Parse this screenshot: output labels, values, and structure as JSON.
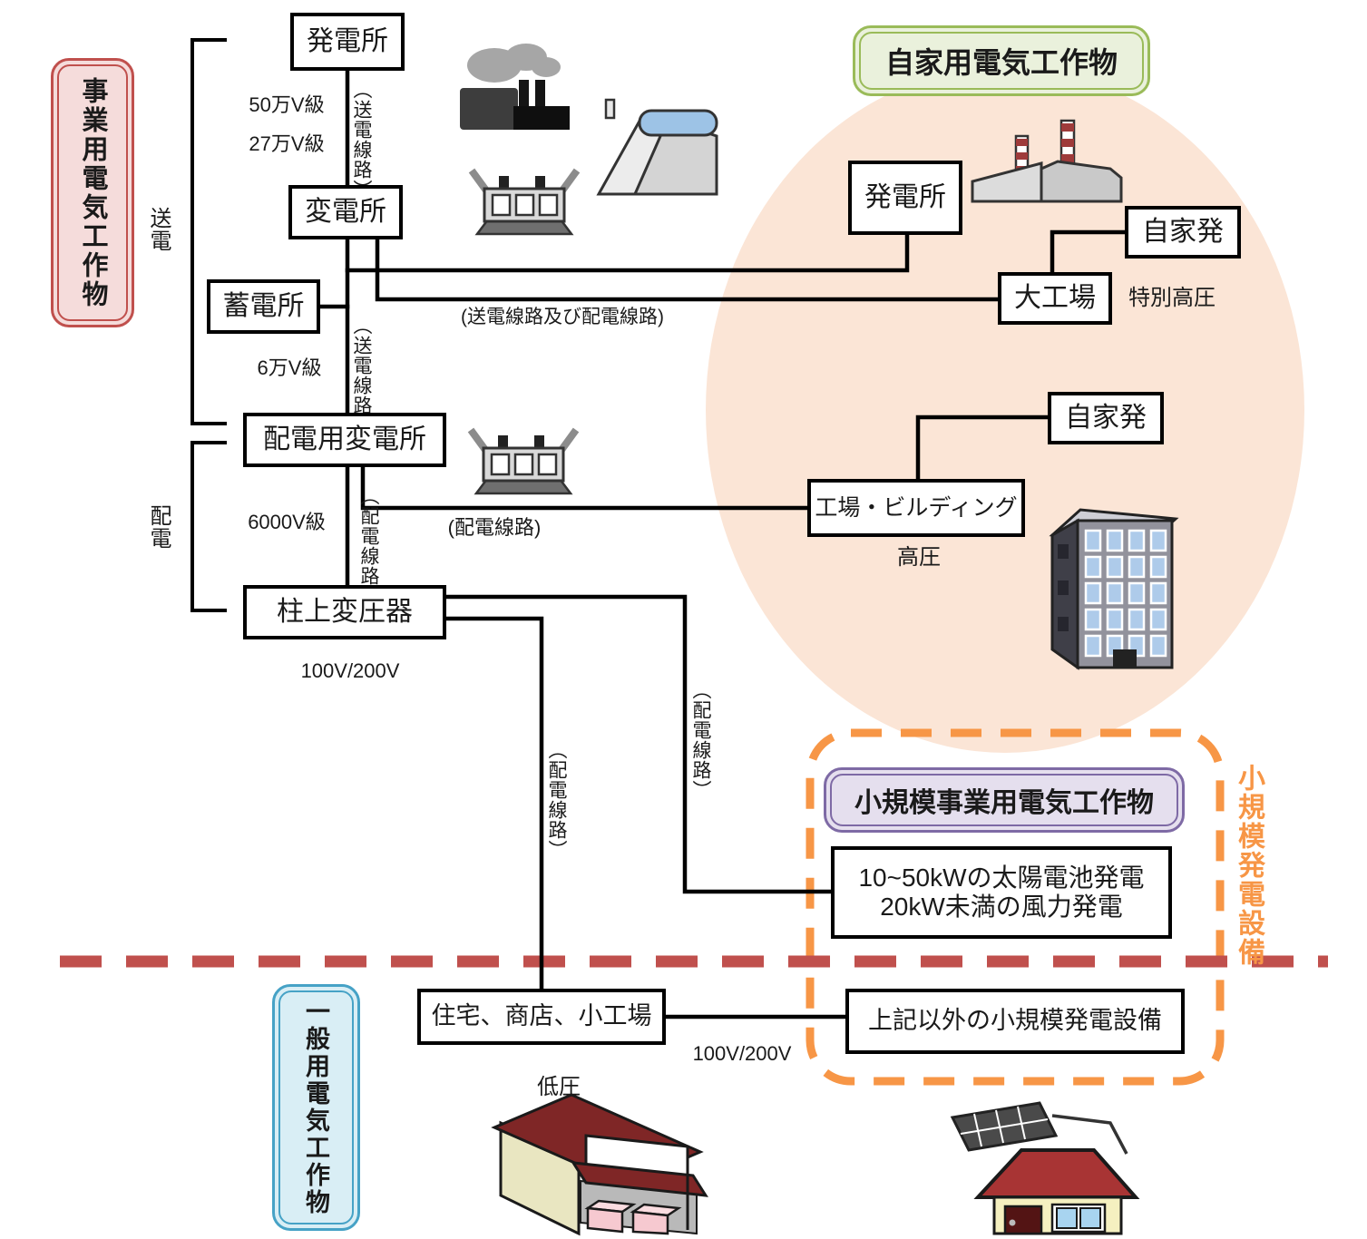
{
  "categories": {
    "business": {
      "label": "事業用電気工作物",
      "fill": "#f5dcdb",
      "border": "#c0504d"
    },
    "private": {
      "label": "自家用電気工作物",
      "fill": "#eaf1dc",
      "border": "#9abb59"
    },
    "small_business": {
      "label": "小規模事業用電気工作物",
      "fill": "#e5dfee",
      "border": "#7e6aa5"
    },
    "small_gen": {
      "label": "小規模発電設備",
      "color": "#f79646"
    },
    "general": {
      "label": "一般用電気工作物",
      "fill": "#d9eef5",
      "border": "#46a2c6"
    }
  },
  "nodes": {
    "power_plant": "発電所",
    "substation": "変電所",
    "storage_station": "蓄電所",
    "distribution_substation": "配電用変電所",
    "pole_transformer": "柱上変圧器",
    "private_power_plant": "発電所",
    "self_generation_top": "自家発",
    "large_factory": "大工場",
    "self_generation_mid": "自家発",
    "factory_building": "工場・ビルディング",
    "small_solar_wind_line1": "10~50kWの太陽電池発電",
    "small_solar_wind_line2": "20kW未満の風力発電",
    "homes_shops_small_factories": "住宅、商店、小工場",
    "other_small_generation": "上記以外の小規模発電設備"
  },
  "voltages": {
    "v500k": "50万V級",
    "v270k": "27万V級",
    "v60k": "6万V級",
    "v6000": "6000V級",
    "v100_200_pole": "100V/200V",
    "v100_200_home": "100V/200V",
    "special_high": "特別高圧",
    "high": "高圧",
    "low": "低圧"
  },
  "line_labels": {
    "transmission": "送電",
    "distribution": "配電",
    "transmission_line_upper": "（送電線路）",
    "transmission_line_lower": "（送電線路）",
    "transmission_and_distribution_line": "(送電線路及び配電線路)",
    "dist_line_to_pole": "（配電線路）",
    "dist_line_to_factory": "(配電線路)",
    "dist_line_to_small_gen": "（配電線路）",
    "dist_line_to_homes": "（配電線路）"
  },
  "accent_colors": {
    "dashed_boundary_red": "#c0504d",
    "small_gen_outline_orange": "#f79646",
    "private_area_peach": "#fbe5d6"
  }
}
